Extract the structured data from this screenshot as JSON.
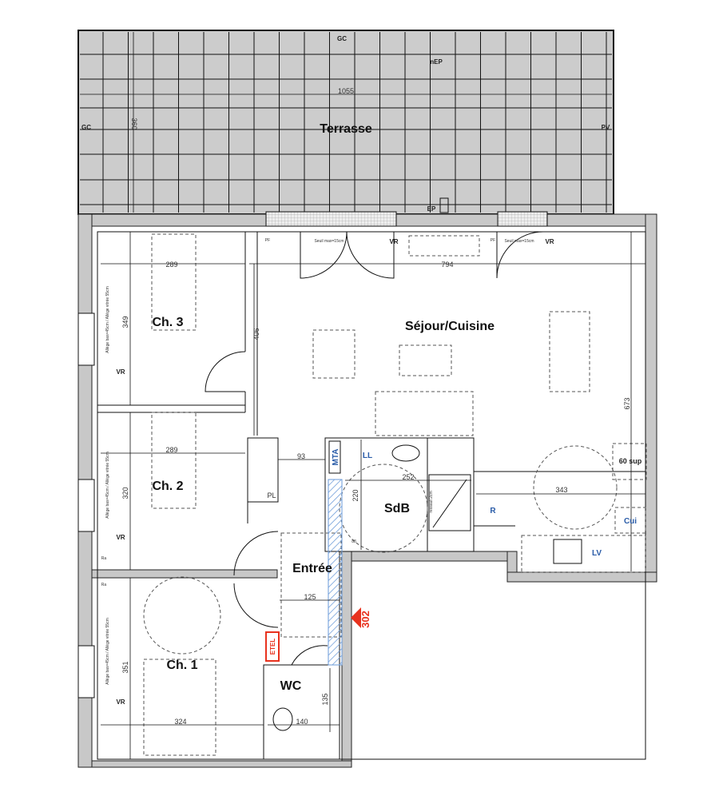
{
  "terrace": {
    "label": "Terrasse",
    "width_dim": "1055",
    "height_dim": "360",
    "gc_top": "GC",
    "gc_left": "GC",
    "pv": "PV",
    "nep": "nEP",
    "ep": "EP"
  },
  "rooms": [
    {
      "name": "Ch. 3"
    },
    {
      "name": "Ch. 2"
    },
    {
      "name": "Ch. 1"
    },
    {
      "name": "Séjour/Cuisine"
    },
    {
      "name": "SdB"
    },
    {
      "name": "Entrée"
    },
    {
      "name": "WC"
    }
  ],
  "dimensions": [
    "289",
    "794",
    "349",
    "406",
    "673",
    "289",
    "320",
    "93",
    "252",
    "343",
    "220",
    "125",
    "351",
    "324",
    "135",
    "140",
    "88"
  ],
  "fixtures": {
    "ll": "LL",
    "mta": "MTA",
    "r": "R",
    "cui": "Cui",
    "sup60": "60 sup",
    "lv": "LV",
    "pl": "PL",
    "etel": "ETEL",
    "vr": "VR",
    "pf": "PF",
    "seuil": "Seuil max=15cm",
    "ra": "Ra",
    "allege": "Allège bas=45cm / Allège vitrée 55cm",
    "ressaut": "ressaut 2cm"
  },
  "entrance_marker": {
    "label": "302",
    "color": "#e8321e"
  },
  "colors": {
    "wall": "#c8c8c8",
    "terrace": "#cccccc",
    "blue": "#2a5ca8",
    "hatch": "#6a9ad8"
  }
}
